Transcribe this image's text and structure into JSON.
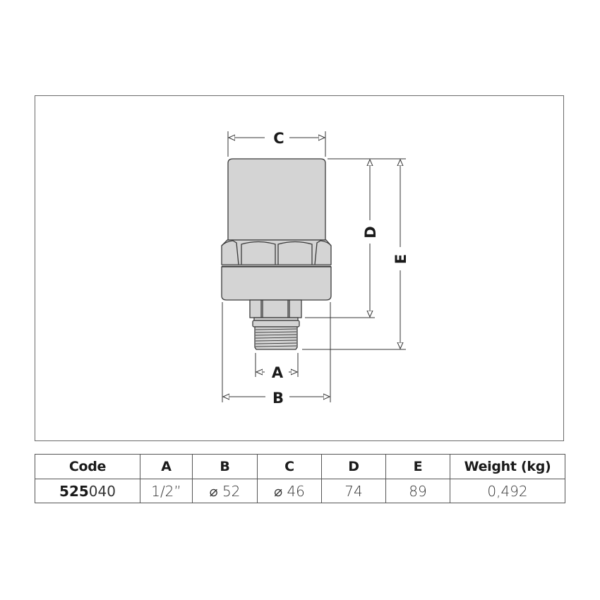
{
  "drawing": {
    "dimension_labels": {
      "A": "A",
      "B": "B",
      "C": "C",
      "D": "D",
      "E": "E"
    },
    "colors": {
      "body_fill": "#d4d4d4",
      "outline": "#3a3a3a",
      "frame": "#6a6a6a"
    }
  },
  "table": {
    "headers": [
      "Code",
      "A",
      "B",
      "C",
      "D",
      "E",
      "Weight (kg)"
    ],
    "rows": [
      {
        "code_bold": "525",
        "code_rest": "040",
        "A": "1/2”",
        "B": "⌀ 52",
        "C": "⌀ 46",
        "D": "74",
        "E": "89",
        "weight": "0,492"
      }
    ]
  }
}
